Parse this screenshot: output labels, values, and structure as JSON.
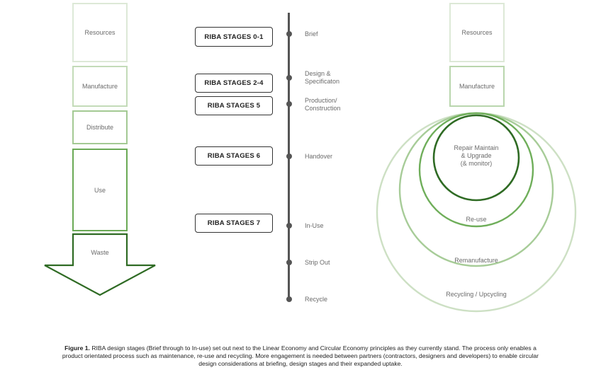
{
  "linear": {
    "resources": "Resources",
    "manufacture": "Manufacture",
    "distribute": "Distribute",
    "use": "Use",
    "waste": "Waste"
  },
  "stages": [
    "RIBA STAGES 0-1",
    "RIBA STAGES 2-4",
    "RIBA STAGES 5",
    "RIBA STAGES 6",
    "RIBA STAGES 7"
  ],
  "timeline": [
    "Brief",
    "Design &\nSpecificaton",
    "Production/\nConstruction",
    "Handover",
    "In-Use",
    "Strip Out",
    "Recycle"
  ],
  "circular": {
    "resources": "Resources",
    "manufacture": "Manufacture",
    "repair": "Repair Maintain\n& Upgrade\n(& monitor)",
    "reuse": "Re-use",
    "remanufacture": "Remanufacture",
    "recycling": "Recycling / Upcycling"
  },
  "caption": {
    "label": "Figure 1.",
    "text": " RIBA design stages (Brief through to In-use) set out next to the Linear Economy and Circular Economy principles as they currently stand. The process only enables a product orientated process such as maintenance, re-use and recycling. More engagement is needed between partners (contractors, designers and developers) to enable circular design considerations at briefing, design stages and their expanded uptake."
  },
  "colors": {
    "faint": "#d4e4cc",
    "light": "#aacd9c",
    "mid": "#6fae5a",
    "dark": "#2f6b24"
  }
}
